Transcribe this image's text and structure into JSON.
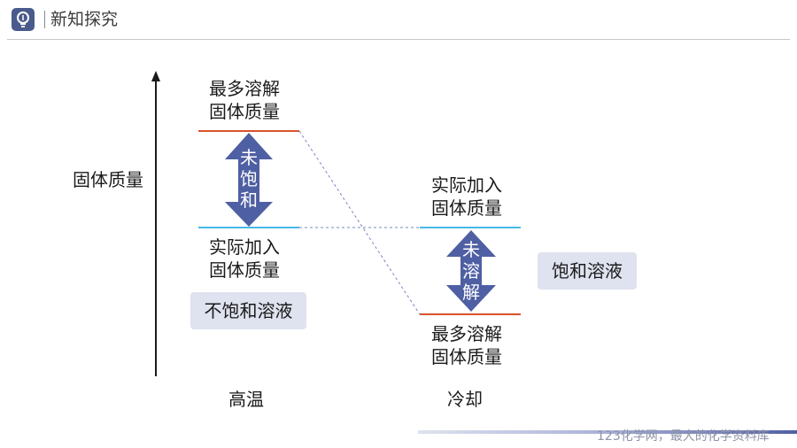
{
  "header": {
    "title": "新知探究"
  },
  "axis": {
    "y_label": "固体质量"
  },
  "left": {
    "top_label_line1": "最多溶解",
    "top_label_line2": "固体质量",
    "arrow_chars": [
      "未",
      "饱",
      "和"
    ],
    "bottom_label_line1": "实际加入",
    "bottom_label_line2": "固体质量",
    "state_box": "不饱和溶液",
    "x_label": "高温"
  },
  "right": {
    "top_label_line1": "实际加入",
    "top_label_line2": "固体质量",
    "arrow_chars": [
      "未",
      "溶",
      "解"
    ],
    "bottom_label_line1": "最多溶解",
    "bottom_label_line2": "固体质量",
    "state_box": "饱和溶液",
    "x_label": "冷却"
  },
  "colors": {
    "max_dissolve_line": "#d9532b",
    "added_line": "#49b8e8",
    "arrow_fill": "#4f5fa3",
    "box_fill": "#dfe2ef",
    "dashed_line": "#7a86c0"
  },
  "footer": {
    "watermark": "123化学网，最大的化学资料库"
  }
}
